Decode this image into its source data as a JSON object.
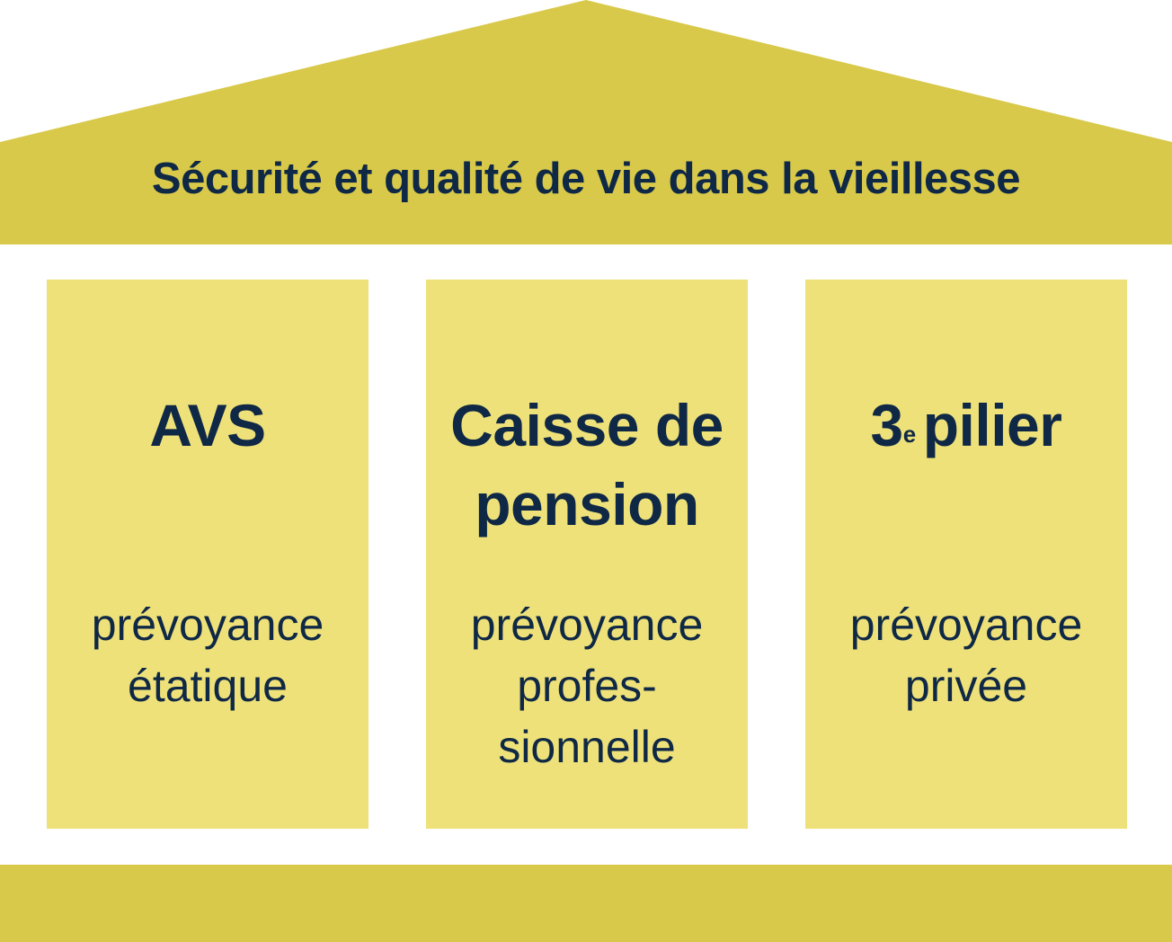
{
  "colors": {
    "roof": "#d8c94a",
    "pillar": "#eee17a",
    "foundation": "#d8c94a",
    "text": "#0f2845"
  },
  "roof": {
    "title": "Sécurité et qualité de vie dans la vieillesse"
  },
  "pillars": [
    {
      "name_lines": [
        "AVS"
      ],
      "description_lines": [
        "prévoyance",
        "étatique"
      ]
    },
    {
      "name_lines": [
        "Caisse de",
        "pension"
      ],
      "description_lines": [
        "prévoyance",
        "profes-",
        "sionnelle"
      ]
    },
    {
      "name_number": "3",
      "name_superscript": "e",
      "name_rest": "pilier",
      "description_lines": [
        "prévoyance",
        "privée"
      ]
    }
  ]
}
